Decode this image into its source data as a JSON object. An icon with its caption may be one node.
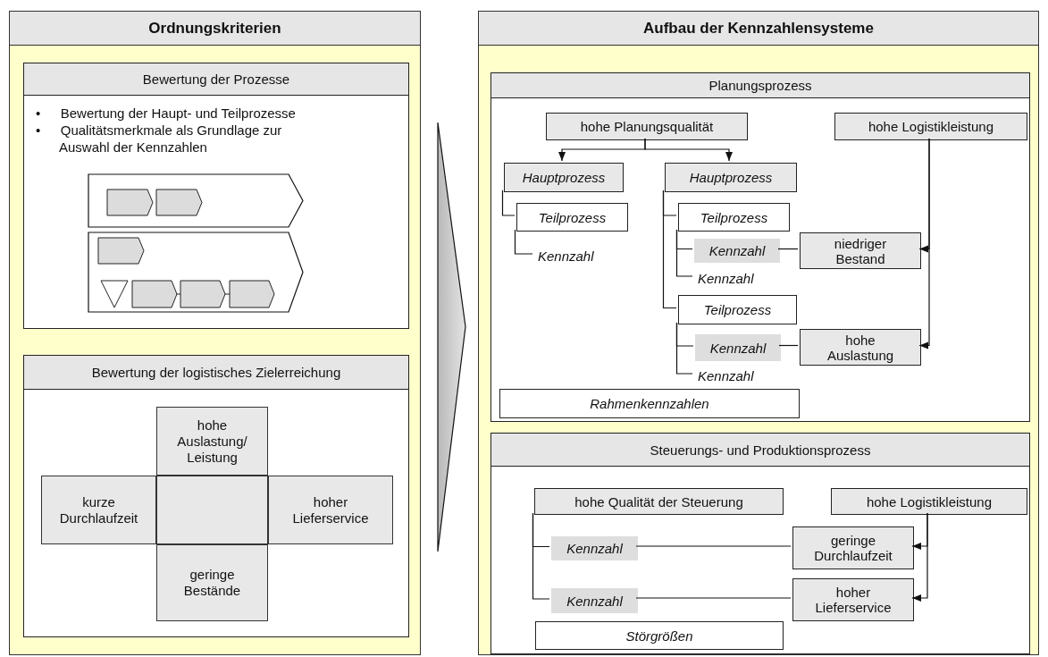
{
  "diagram": {
    "nodes": [
      {
        "text": [
          "Ordnungskriterien"
        ]
      },
      {
        "text": [
          "Bewertung der Prozesse",
          "• Bewertung der Haupt- und Teilprozesse",
          "• Qualitätsmerkmale als Grundlage zur Auswahl der Kennzahlen"
        ],
        "in": 0
      },
      {
        "text": [
          "Bewertung der logistisches Zielerreichung"
        ],
        "in": 0
      },
      {
        "text": [
          "hohe Auslastung/ Leistung"
        ],
        "in": 2
      },
      {
        "text": [
          "kurze Durchlaufzeit"
        ],
        "in": 2
      },
      {
        "text": [],
        "shape": "box",
        "in": 2
      },
      {
        "text": [
          "hoher Lieferservice"
        ],
        "in": 2
      },
      {
        "text": [
          "geringe Bestände"
        ],
        "in": 2
      },
      {
        "text": [
          "Aufbau der Kennzahlensysteme"
        ]
      },
      {
        "text": [
          "Planungsprozess"
        ],
        "in": 8
      },
      {
        "text": [
          "hohe Planungsqualität"
        ],
        "in": 9
      },
      {
        "text": [
          "hohe Logistikleistung"
        ],
        "in": 9
      },
      {
        "text": [
          "Hauptprozess"
        ],
        "in": 9
      },
      {
        "text": [
          "Hauptprozess"
        ],
        "in": 9
      },
      {
        "text": [
          "Teilprozess"
        ],
        "in": 9
      },
      {
        "text": [
          "Kennzahl"
        ],
        "in": 9
      },
      {
        "text": [
          "Teilprozess"
        ],
        "in": 9
      },
      {
        "text": [
          "Kennzahl"
        ],
        "in": 9
      },
      {
        "text": [
          "niedriger Bestand"
        ],
        "in": 9
      },
      {
        "text": [
          "Kennzahl"
        ],
        "in": 9
      },
      {
        "text": [
          "Teilprozess"
        ],
        "in": 9
      },
      {
        "text": [
          "Kennzahl"
        ],
        "in": 9
      },
      {
        "text": [
          "hohe Auslastung"
        ],
        "in": 9
      },
      {
        "text": [
          "Kennzahl"
        ],
        "in": 9
      },
      {
        "text": [
          "Rahmenkennzahlen"
        ],
        "in": 9
      },
      {
        "text": [
          "Steuerungs- und Produktionsprozess"
        ],
        "in": 8
      },
      {
        "text": [
          "hohe Qualität der Steuerung"
        ],
        "in": 25
      },
      {
        "text": [
          "hohe Logistikleistung"
        ],
        "in": 25
      },
      {
        "text": [
          "Kennzahl"
        ],
        "in": 25
      },
      {
        "text": [
          "geringe Durchlaufzeit"
        ],
        "in": 25
      },
      {
        "text": [
          "Kennzahl"
        ],
        "in": 25
      },
      {
        "text": [
          "hoher Lieferservice"
        ],
        "in": 25
      },
      {
        "text": [
          "Störgrößen"
        ],
        "in": 25
      }
    ],
    "edges": [
      {
        "from": 0,
        "to": 8,
        "arrow": "to",
        "style": "thick"
      },
      {
        "from": 10,
        "to": 12,
        "arrow": "to"
      },
      {
        "from": 10,
        "to": 13,
        "arrow": "to"
      },
      {
        "from": 12,
        "to": 14,
        "arrow": "none"
      },
      {
        "from": 14,
        "to": 15,
        "arrow": "none"
      },
      {
        "from": 13,
        "to": 16,
        "arrow": "none"
      },
      {
        "from": 13,
        "to": 20,
        "arrow": "none"
      },
      {
        "from": 16,
        "to": 17,
        "arrow": "none"
      },
      {
        "from": 16,
        "to": 19,
        "arrow": "none"
      },
      {
        "from": 17,
        "to": 18,
        "arrow": "none"
      },
      {
        "from": 11,
        "to": 18,
        "arrow": "to"
      },
      {
        "from": 20,
        "to": 21,
        "arrow": "none"
      },
      {
        "from": 20,
        "to": 23,
        "arrow": "none"
      },
      {
        "from": 21,
        "to": 22,
        "arrow": "none"
      },
      {
        "from": 11,
        "to": 22,
        "arrow": "to"
      },
      {
        "from": 26,
        "to": 28,
        "arrow": "none"
      },
      {
        "from": 26,
        "to": 30,
        "arrow": "none"
      },
      {
        "from": 28,
        "to": 29,
        "arrow": "none"
      },
      {
        "from": 30,
        "to": 31,
        "arrow": "none"
      },
      {
        "from": 27,
        "to": 29,
        "arrow": "to"
      },
      {
        "from": 27,
        "to": 31,
        "arrow": "to"
      }
    ]
  }
}
